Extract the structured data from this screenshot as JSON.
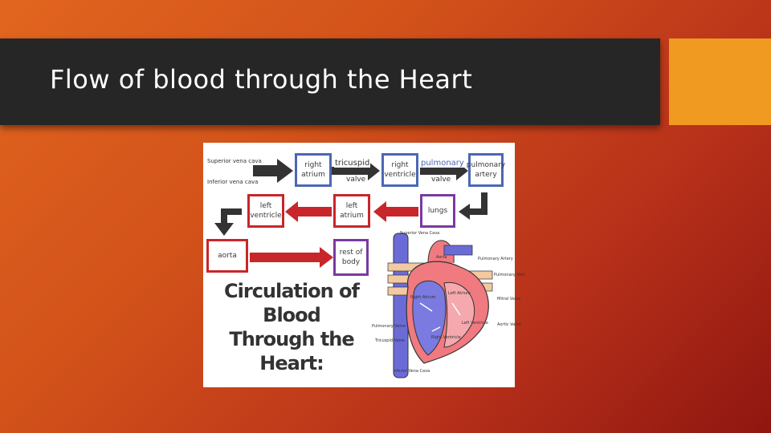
{
  "slide": {
    "title": "Flow of blood through the Heart",
    "accent_color": "#f09a22",
    "titlebar_color": "#262626"
  },
  "diagram": {
    "inputs": {
      "superior": "Superior vena cava",
      "inferior": "Inferior vena cava"
    },
    "boxes": {
      "right_atrium": "right atrium",
      "tricuspid_valve": "valve",
      "tricuspid_label": "tricuspid",
      "right_ventricle": "right ventricle",
      "pulmonary_valve": "valve",
      "pulmonary_valve_label": "pulmonary",
      "pulmonary_artery": "pulmonary artery",
      "lungs": "lungs",
      "left_atrium": "left atrium",
      "left_ventricle": "left ventricle",
      "aorta": "aorta",
      "rest_of_body": "rest of body"
    },
    "caption": "Circulation of Blood Through the Heart:",
    "heart_labels": {
      "svc": "Superior Vena Cava",
      "aorta": "Aorta",
      "pulm_artery": "Pulmonary Artery",
      "pulm_vein": "Pulmonary Vein",
      "mitral": "Mitral Valve",
      "aortic": "Aortic Valve",
      "right_atrium": "Right Atrium",
      "left_atrium": "Left Atrium",
      "left_ventricle": "Left Ventricle",
      "right_ventricle": "Right Ventricle",
      "pulm_valve": "Pulmonary Valve",
      "tricuspid": "Tricuspid Valve",
      "ivc": "Inferior Vena Cava"
    }
  }
}
